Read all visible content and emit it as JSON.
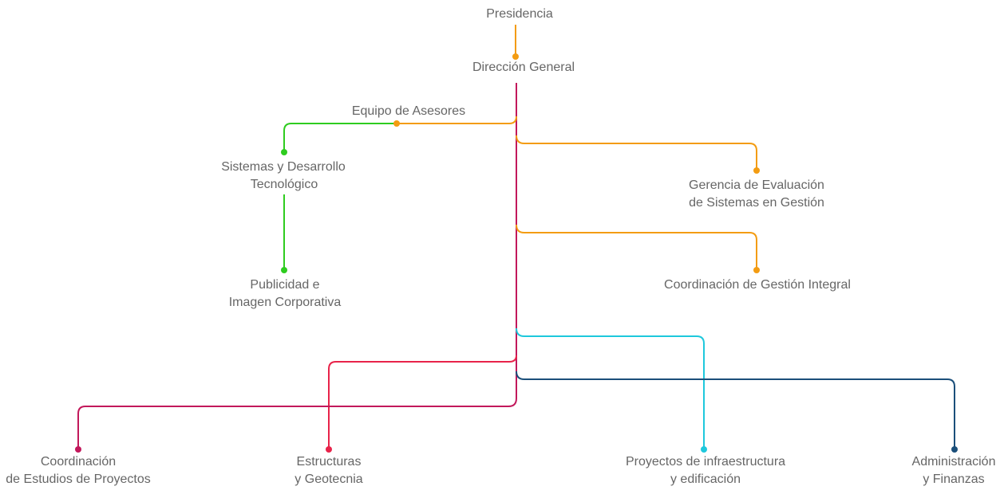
{
  "colors": {
    "text": "#666666",
    "orange": "#F39C12",
    "crimson": "#C2185B",
    "green": "#2ECC1F",
    "red": "#E8234A",
    "cyan": "#1EC8DC",
    "navy": "#1B4F7A"
  },
  "nodes": {
    "presidencia": {
      "label": "Presidencia"
    },
    "direccion_general": {
      "label": "Dirección General"
    },
    "equipo_asesores": {
      "label": "Equipo de Asesores"
    },
    "sistemas_desarrollo": {
      "line1": "Sistemas y Desarrollo",
      "line2": "Tecnológico"
    },
    "publicidad": {
      "line1": "Publicidad e",
      "line2": "Imagen Corporativa"
    },
    "gerencia_evaluacion": {
      "line1": "Gerencia de Evaluación",
      "line2": "de Sistemas en Gestión"
    },
    "coordinacion_gestion": {
      "label": "Coordinación de Gestión Integral"
    },
    "coordinacion_estudios": {
      "line1": "Coordinación",
      "line2": "de Estudios de Proyectos"
    },
    "estructuras": {
      "line1": "Estructuras",
      "line2": "y Geotecnia"
    },
    "proyectos_infra": {
      "line1": "Proyectos de infraestructura",
      "line2": "y edificación"
    },
    "administracion": {
      "line1": "Administración",
      "line2": "y Finanzas"
    }
  }
}
